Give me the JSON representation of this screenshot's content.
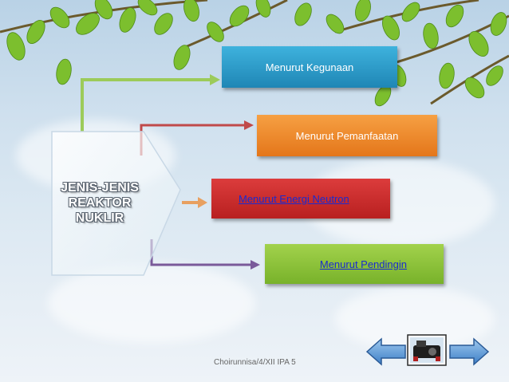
{
  "diagram": {
    "center_label": [
      "JENIS-JENIS",
      "REAKTOR",
      "NUKLIR"
    ],
    "items": [
      {
        "label": "Menurut Kegunaan",
        "color": "#2a9cc8",
        "link": false
      },
      {
        "label": "Menurut Pemanfaatan",
        "color": "#ee8a22",
        "link": false
      },
      {
        "label": "Menurut Energi Neutron",
        "color": "#cc2a2a",
        "link": true
      },
      {
        "label": "Menurut Pendingin",
        "color": "#8cc43a",
        "link": true
      }
    ]
  },
  "footer": {
    "text": "Choirunnisa/4/XII IPA 5"
  },
  "nav": {
    "prev": "left-arrow-icon",
    "home": "projector-icon",
    "next": "right-arrow-icon"
  }
}
